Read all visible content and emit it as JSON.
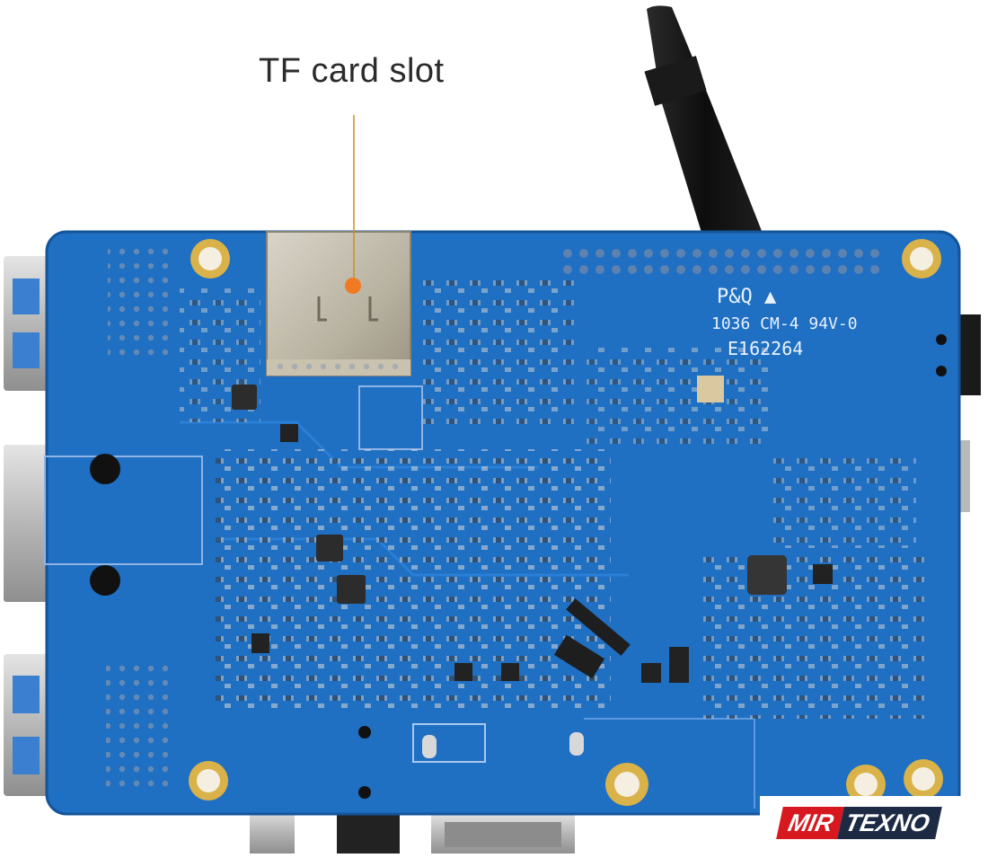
{
  "callout": {
    "label": "TF card slot"
  },
  "board_markings": {
    "brand": "P&Q ▲",
    "rating": "1036 CM-4 94V-0",
    "file_no": "E162264"
  },
  "watermark": {
    "left": "MIR",
    "right": "TEXNO"
  },
  "colors": {
    "pcb_blue": "#1f6fc2",
    "pcb_dark": "#14549a",
    "gold": "#d9b24a",
    "callout_orange": "#f07a22",
    "watermark_red": "#d7191f",
    "watermark_navy": "#1d2a44"
  },
  "icons": [
    "pcb-board",
    "tf-card-slot",
    "usb-port",
    "ethernet-port",
    "power-cable",
    "gpio-header",
    "mounting-hole"
  ]
}
